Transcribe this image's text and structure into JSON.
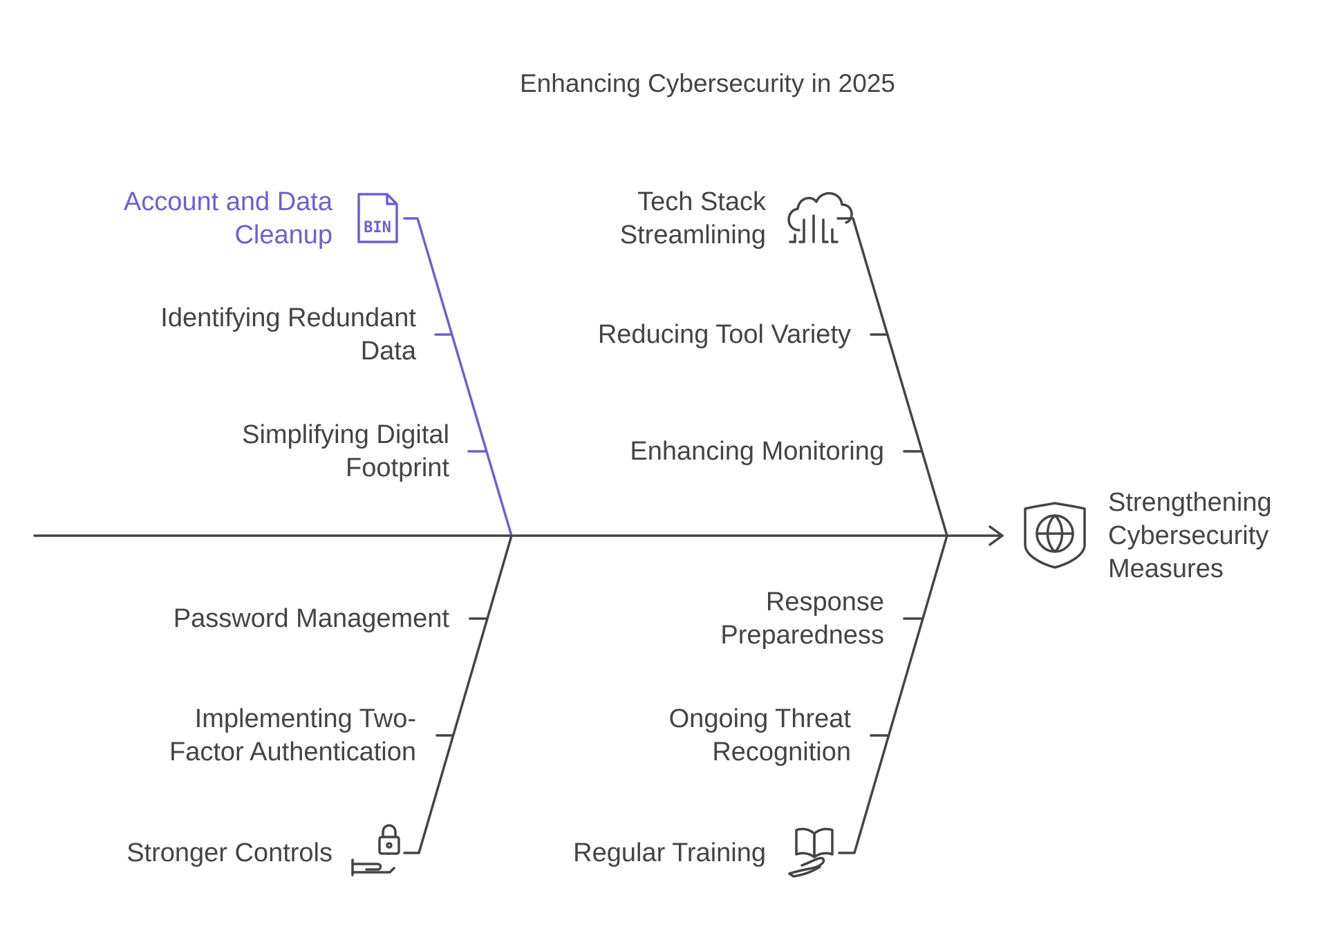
{
  "title": "Enhancing Cybersecurity in 2025",
  "colors": {
    "line": "#444444",
    "accent": "#6c5fd6",
    "text": "#444444",
    "background": "#ffffff"
  },
  "effect": {
    "line1": "Strengthening",
    "line2": "Cybersecurity",
    "line3": "Measures",
    "icon": "shield-globe-icon"
  },
  "categories": {
    "account_cleanup": {
      "line1": "Account and Data",
      "line2": "Cleanup",
      "icon": "bin-file-icon",
      "causes": [
        {
          "line1": "Identifying Redundant",
          "line2": "Data"
        },
        {
          "line1": "Simplifying Digital",
          "line2": "Footprint"
        }
      ]
    },
    "tech_stack": {
      "line1": "Tech Stack",
      "line2": "Streamlining",
      "icon": "cloud-circuit-icon",
      "causes": [
        {
          "line1": "Reducing Tool Variety"
        },
        {
          "line1": "Enhancing Monitoring"
        }
      ]
    },
    "stronger_controls": {
      "label": "Stronger Controls",
      "icon": "hand-lock-icon",
      "causes": [
        {
          "line1": "Password Management"
        },
        {
          "line1": "Implementing Two-",
          "line2": "Factor Authentication"
        }
      ]
    },
    "regular_training": {
      "label": "Regular Training",
      "icon": "hand-book-icon",
      "causes": [
        {
          "line1": "Response",
          "line2": "Preparedness"
        },
        {
          "line1": "Ongoing Threat",
          "line2": "Recognition"
        }
      ]
    }
  }
}
